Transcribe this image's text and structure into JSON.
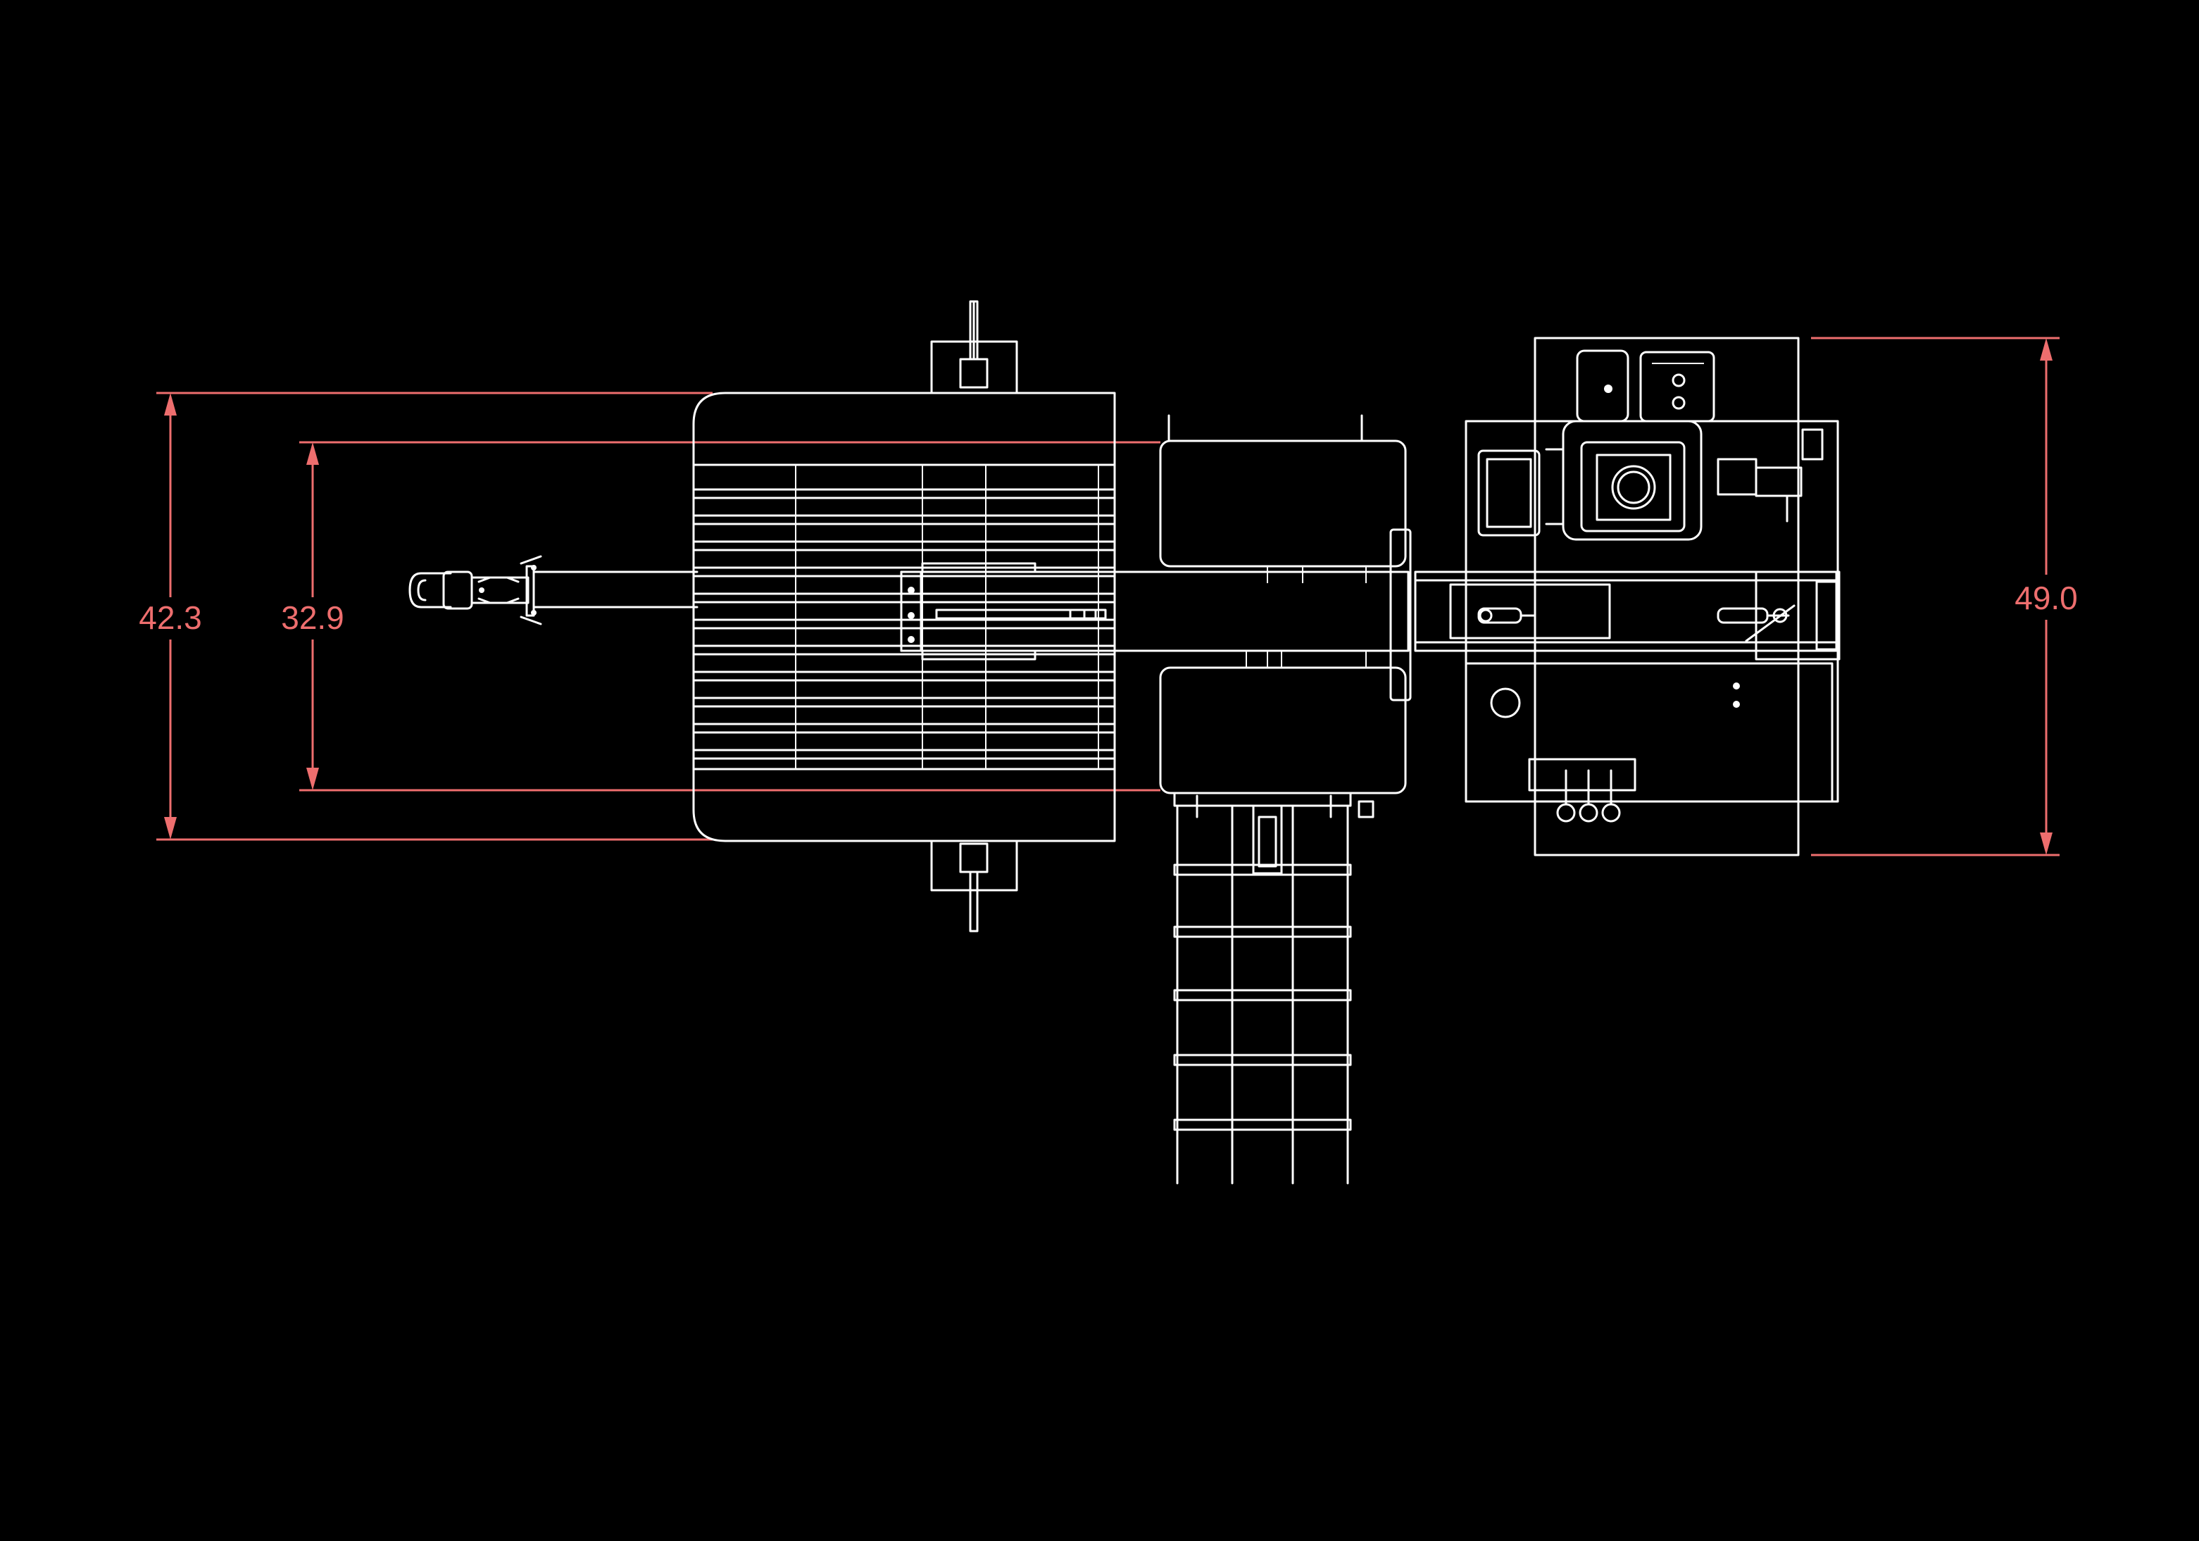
{
  "dimensions": {
    "overall_hitch_width": "42.3",
    "inner_width": "32.9",
    "engine_deck_width": "49.0"
  },
  "colors": {
    "background": "#000000",
    "linework": "#ffffff",
    "dimension": "#ee6e6e"
  }
}
